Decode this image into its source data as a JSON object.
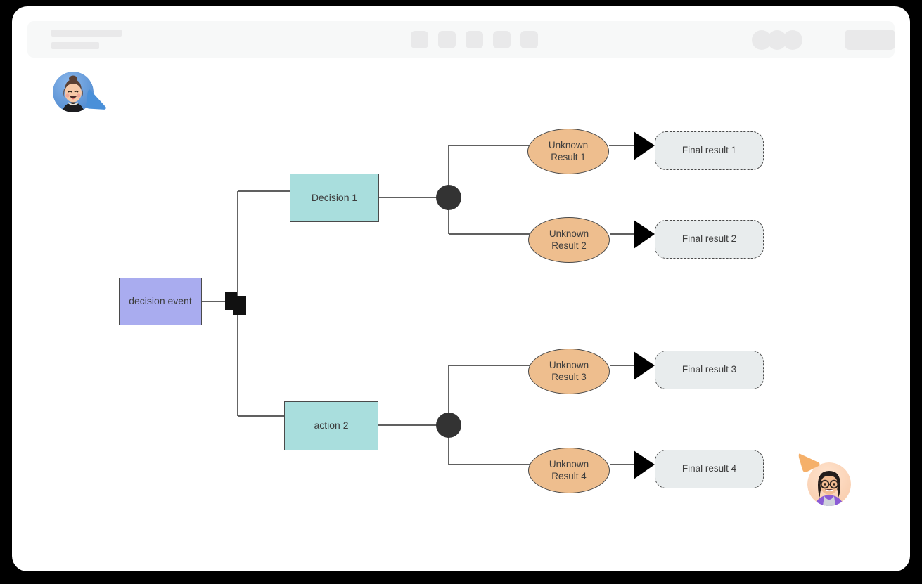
{
  "window": {
    "title": "Collaborative Decision Flow Diagram",
    "background_color": "#000000",
    "card_color": "#ffffff"
  },
  "toolbar": {
    "background_color": "#f7f8f8",
    "placeholder_color": "#e9e9ea",
    "left_bars": [
      "",
      ""
    ],
    "center_tools": [
      "",
      "",
      "",
      "",
      ""
    ],
    "avatar_stack": [
      "",
      "",
      ""
    ],
    "action_button_label": ""
  },
  "diagram": {
    "type": "decision-tree-flowchart",
    "colors": {
      "event_fill": "#a9acef",
      "action_fill": "#a9dedd",
      "result_fill": "#eebe8e",
      "final_fill": "#e8eced",
      "stroke": "#4a4a4a",
      "marker": "#111111",
      "junction": "#333333"
    },
    "nodes": {
      "event": {
        "label": "decision event",
        "shape": "rectangle"
      },
      "decision_1": {
        "label": "Decision 1",
        "shape": "rectangle"
      },
      "action_2": {
        "label": "action 2",
        "shape": "rectangle"
      },
      "results": [
        {
          "label": "Unknown\nResult 1",
          "line1": "Unknown",
          "line2": "Result 1",
          "shape": "ellipse"
        },
        {
          "label": "Unknown\nResult 2",
          "line1": "Unknown",
          "line2": "Result 2",
          "shape": "ellipse"
        },
        {
          "label": "Unknown\nResult 3",
          "line1": "Unknown",
          "line2": "Result 3",
          "shape": "ellipse"
        },
        {
          "label": "Unknown\nResult 4",
          "line1": "Unknown",
          "line2": "Result 4",
          "shape": "ellipse"
        }
      ],
      "finals": [
        {
          "label": "Final result 1",
          "shape": "rounded-dashed-rectangle"
        },
        {
          "label": "Final result 2",
          "shape": "rounded-dashed-rectangle"
        },
        {
          "label": "Final result 3",
          "shape": "rounded-dashed-rectangle"
        },
        {
          "label": "Final result 4",
          "shape": "rounded-dashed-rectangle"
        }
      ]
    }
  },
  "collaborators": [
    {
      "cursor_color": "#4a90d9",
      "position": "top-left"
    },
    {
      "cursor_color": "#f5b06a",
      "position": "bottom-right"
    }
  ]
}
